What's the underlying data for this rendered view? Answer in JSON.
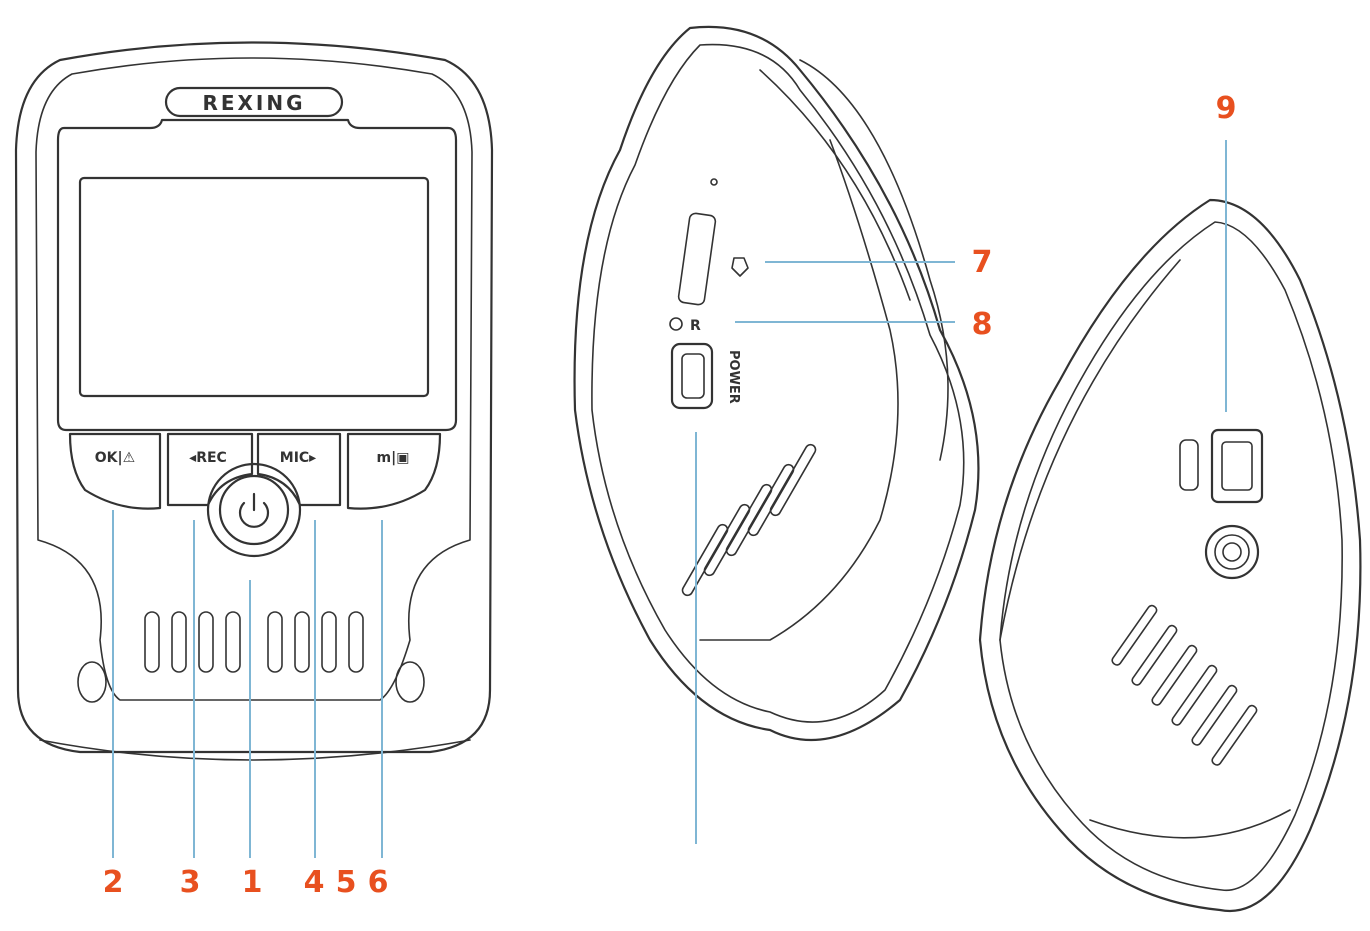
{
  "device": {
    "brand": "REXING",
    "buttons": {
      "ok": "OK|⚠",
      "rec": "◂REC",
      "mic": "MIC▸",
      "menu": "m|▣"
    },
    "power_label": "POWER",
    "reset_label": "R"
  },
  "callouts": [
    {
      "id": "1",
      "label": "1"
    },
    {
      "id": "2",
      "label": "2"
    },
    {
      "id": "3",
      "label": "3"
    },
    {
      "id": "4",
      "label": "4"
    },
    {
      "id": "5",
      "label": "5"
    },
    {
      "id": "6",
      "label": "6"
    },
    {
      "id": "7",
      "label": "7"
    },
    {
      "id": "8",
      "label": "8"
    },
    {
      "id": "9",
      "label": "9"
    }
  ],
  "colors": {
    "callout_text": "#e8501f",
    "leader_line": "#7fb6d4",
    "outline": "#333333"
  }
}
